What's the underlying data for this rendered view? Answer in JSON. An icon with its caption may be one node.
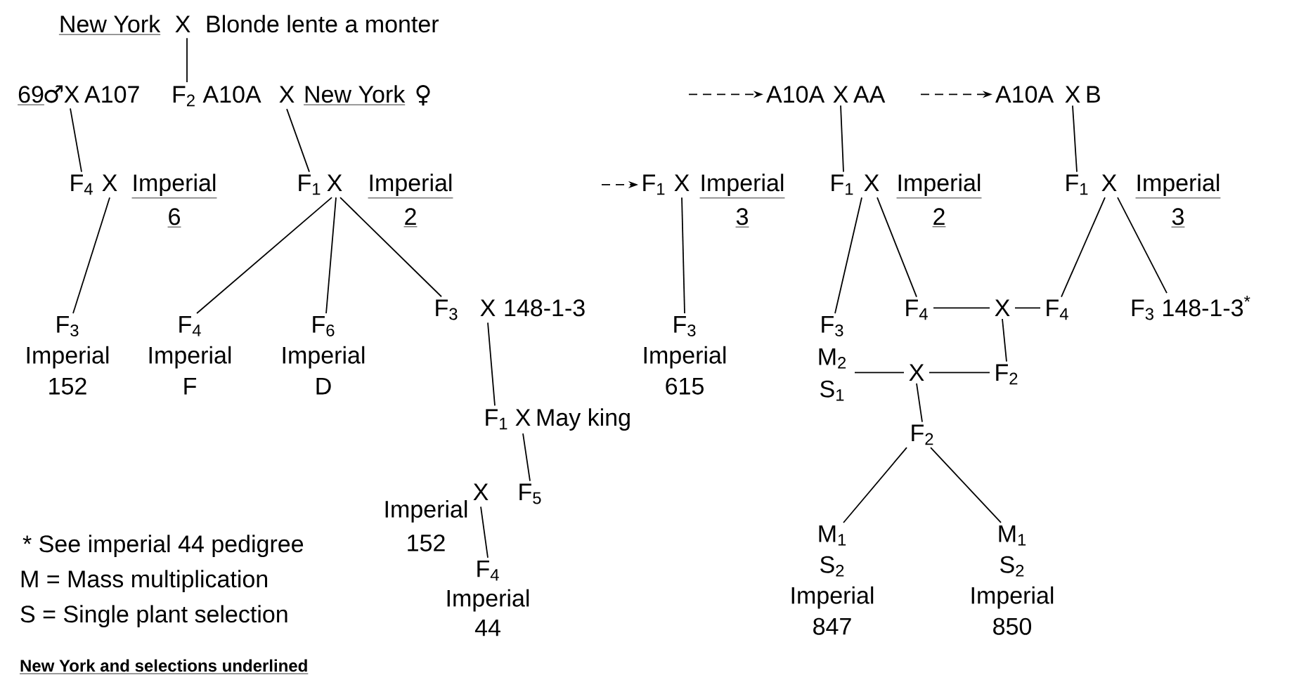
{
  "diagram": {
    "nodes": [
      {
        "text": [
          "New York",
          "X",
          "Blonde lente a monter"
        ]
      },
      {
        "text": [
          "69",
          "♂",
          "X",
          "A107"
        ]
      },
      {
        "text": [
          "F$_{2}$ A10A",
          "X",
          "New York",
          "♀"
        ]
      },
      {
        "text": [
          "F$_{4}$",
          "X"
        ]
      },
      {
        "text": [
          "Imperial",
          "6"
        ]
      },
      {
        "text": [
          "F$_{1}$",
          "X"
        ]
      },
      {
        "text": [
          "Imperial",
          "2"
        ]
      },
      {
        "text": [
          "F$_{3}$",
          "Imperial 152"
        ]
      },
      {
        "text": [
          "F$_{4}$",
          "Imperial F"
        ]
      },
      {
        "text": [
          "F$_{6}$",
          "Imperial D"
        ]
      },
      {
        "text": [
          "F$_{3}$",
          "X",
          "148-1-3"
        ]
      },
      {
        "text": [
          "F$_{1}$",
          "X",
          "May king"
        ]
      },
      {
        "text": [
          "Imperial 152"
        ]
      },
      {
        "text": [
          "X",
          "F$_{5}$"
        ]
      },
      {
        "text": [
          "F$_{4}$",
          "Imperial 44"
        ]
      },
      {
        "text": [
          "A10A",
          "X",
          "AA"
        ]
      },
      {
        "text": [
          "A10A",
          "X",
          "B"
        ]
      },
      {
        "text": [
          "F$_{1}$",
          "X"
        ]
      },
      {
        "text": [
          "Imperial",
          "3"
        ]
      },
      {
        "text": [
          "F$_{1}$",
          "X"
        ]
      },
      {
        "text": [
          "Imperial",
          "2"
        ]
      },
      {
        "text": [
          "F$_{1}$",
          "X"
        ]
      },
      {
        "text": [
          "Imperial",
          "3"
        ]
      },
      {
        "text": [
          "F$_{3}$",
          "Imperial 615"
        ]
      },
      {
        "text": [
          "F$_{3}$",
          "M$_{2}$",
          "S$_{1}$"
        ]
      },
      {
        "text": [
          "F$_{4}$"
        ]
      },
      {
        "text": [
          "X"
        ]
      },
      {
        "text": [
          "F$_{4}$"
        ]
      },
      {
        "text": [
          "F$_{3}$ 148-1-3$^{*}$"
        ]
      },
      {
        "text": [
          "F$_{2}$"
        ]
      },
      {
        "text": [
          "X"
        ]
      },
      {
        "text": [
          "F$_{2}$"
        ]
      },
      {
        "text": [
          "M$_{1}$",
          "S$_{2}$",
          "Imperial 847"
        ]
      },
      {
        "text": [
          "M$_{1}$",
          "S$_{2}$",
          "Imperial 850"
        ]
      }
    ],
    "edges": [
      {
        "from": 0,
        "to": 2,
        "arrow": "none"
      },
      {
        "from": 1,
        "to": 3,
        "arrow": "none"
      },
      {
        "from": 2,
        "to": 5,
        "arrow": "none"
      },
      {
        "from": 3,
        "to": 7,
        "arrow": "none"
      },
      {
        "from": 5,
        "to": 8,
        "arrow": "none"
      },
      {
        "from": 5,
        "to": 9,
        "arrow": "none"
      },
      {
        "from": 5,
        "to": 10,
        "arrow": "none"
      },
      {
        "from": 10,
        "to": 11,
        "arrow": "none"
      },
      {
        "from": 11,
        "to": 13,
        "arrow": "none"
      },
      {
        "from": 13,
        "to": 14,
        "arrow": "none"
      },
      {
        "from": null,
        "to": 17,
        "arrow": "to",
        "style": "dashed"
      },
      {
        "from": null,
        "to": 15,
        "arrow": "to",
        "style": "dashed"
      },
      {
        "from": null,
        "to": 16,
        "arrow": "to",
        "style": "dashed"
      },
      {
        "from": 17,
        "to": 23,
        "arrow": "none"
      },
      {
        "from": 15,
        "to": 19,
        "arrow": "none"
      },
      {
        "from": 16,
        "to": 21,
        "arrow": "none"
      },
      {
        "from": 19,
        "to": 24,
        "arrow": "none"
      },
      {
        "from": 19,
        "to": 25,
        "arrow": "none"
      },
      {
        "from": 21,
        "to": 27,
        "arrow": "none"
      },
      {
        "from": 21,
        "to": 28,
        "arrow": "none"
      },
      {
        "from": 25,
        "to": 26,
        "arrow": "none"
      },
      {
        "from": 27,
        "to": 26,
        "arrow": "none"
      },
      {
        "from": 26,
        "to": 29,
        "arrow": "none"
      },
      {
        "from": 24,
        "to": 30,
        "arrow": "none"
      },
      {
        "from": 29,
        "to": 30,
        "arrow": "none"
      },
      {
        "from": 30,
        "to": 31,
        "arrow": "none"
      },
      {
        "from": 31,
        "to": 32,
        "arrow": "none"
      },
      {
        "from": 31,
        "to": 33,
        "arrow": "none"
      }
    ],
    "labels": [
      "* See imperial 44 pedigree",
      "M = Mass multiplication",
      "S = Single plant selection",
      "New York and selections underlined"
    ]
  }
}
